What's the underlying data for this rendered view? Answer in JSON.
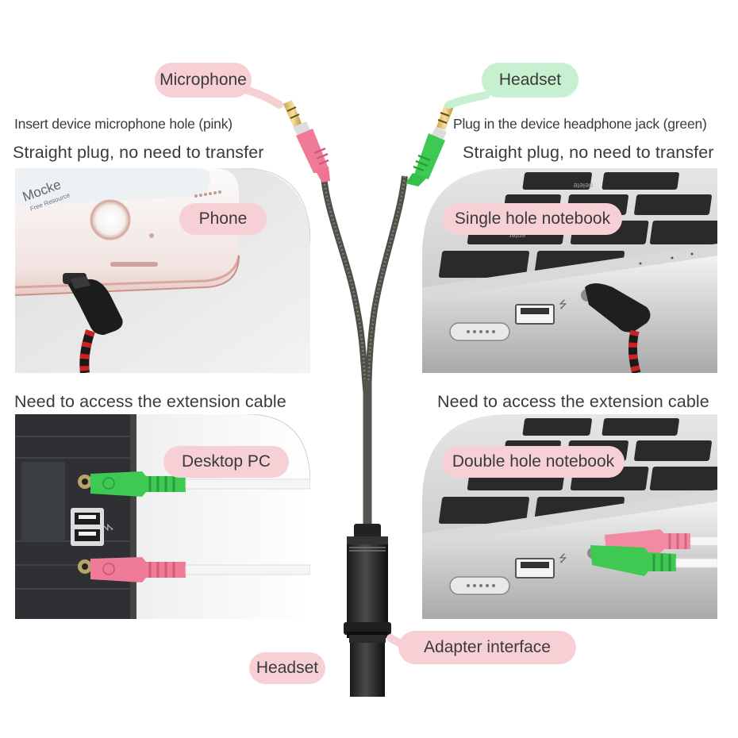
{
  "labels": {
    "microphone": "Microphone",
    "headset_top": "Headset",
    "headset_bottom": "Headset",
    "adapter_interface": "Adapter interface",
    "phone": "Phone",
    "single_hole_notebook": "Single hole notebook",
    "desktop_pc": "Desktop PC",
    "double_hole_notebook": "Double hole notebook"
  },
  "captions": {
    "mic_instruction": "Insert device microphone hole (pink)",
    "headset_instruction": "Plug in the device headphone jack (green)",
    "straight_left": "Straight plug, no need to transfer",
    "straight_right": "Straight plug, no need to transfer",
    "extension_left": "Need to access the extension cable",
    "extension_right": "Need to access the extension cable"
  },
  "phone_text": {
    "brand": "Mocke",
    "sub": "Free Resource"
  },
  "keys": {
    "k1": "delete",
    "k2": "enter"
  },
  "colors": {
    "pink": "#f06f8f",
    "green": "#39c950",
    "label_pink": "#f7d0d6",
    "label_green": "#c7f0d0",
    "cable": "#5e5e58"
  },
  "icons": [
    "usb-icon",
    "microphone-jack-icon",
    "headphone-jack-icon"
  ]
}
